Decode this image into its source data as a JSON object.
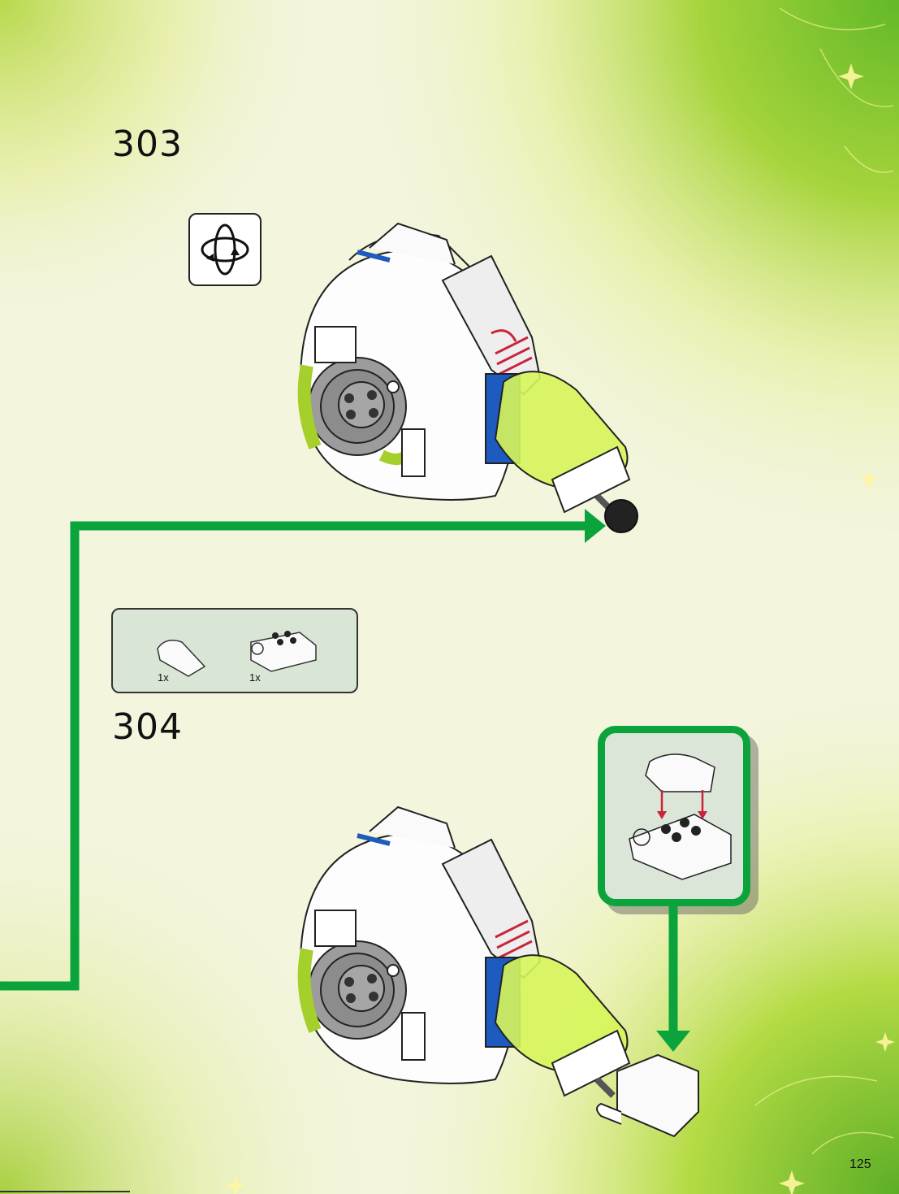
{
  "steps": [
    {
      "number": "303"
    },
    {
      "number": "304"
    }
  ],
  "parts_list": [
    {
      "quantity": "1x",
      "part": "curved slope brick, white"
    },
    {
      "quantity": "1x",
      "part": "2x2 brick with clip, white"
    }
  ],
  "page_number": "125",
  "colors": {
    "arrow_green": "#0ba33b",
    "callout_bg": "#dbe6d8",
    "parts_bg": "#d9e6d5",
    "page_bg": "#f3f5dd",
    "lime_accent": "#c8f23a",
    "blue_accent": "#1e5bbf",
    "insertion_arrow_red": "#c8243a"
  },
  "icons": {
    "rotate": "rotate-model-icon",
    "arrow_connector": "green-step-arrow"
  }
}
